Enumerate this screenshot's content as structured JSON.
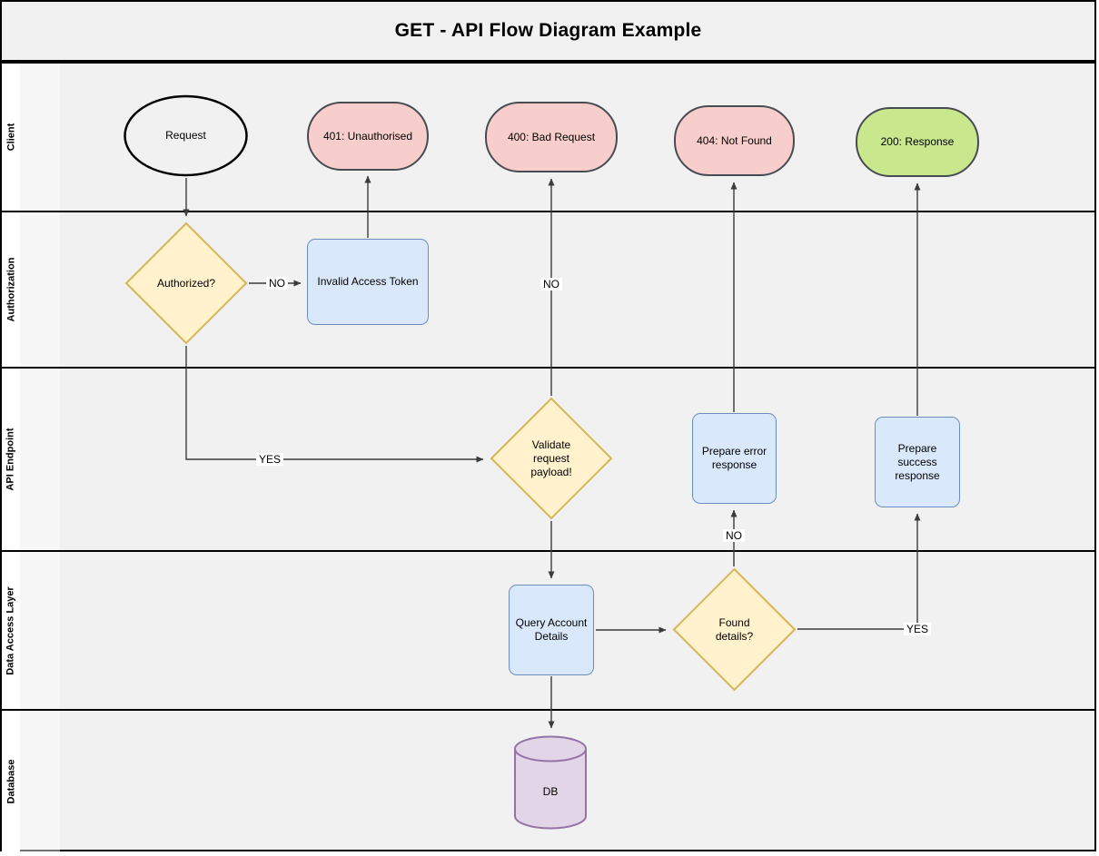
{
  "title": "GET - API Flow Diagram Example",
  "lanes": [
    {
      "label": "Client"
    },
    {
      "label": "Authorization"
    },
    {
      "label": "API Endpoint"
    },
    {
      "label": "Data Access Layer"
    },
    {
      "label": "Database"
    }
  ],
  "nodes": {
    "request": {
      "label": "Request",
      "type": "start",
      "lane": "Client"
    },
    "unauthorised_401": {
      "label": "401: Unauthorised",
      "type": "terminator-error",
      "lane": "Client"
    },
    "bad_request_400": {
      "label": "400: Bad Request",
      "type": "terminator-error",
      "lane": "Client"
    },
    "not_found_404": {
      "label": "404: Not Found",
      "type": "terminator-error",
      "lane": "Client"
    },
    "response_200": {
      "label": "200: Response",
      "type": "terminator-success",
      "lane": "Client"
    },
    "authorized": {
      "label": "Authorized?",
      "type": "decision",
      "lane": "Authorization"
    },
    "invalid_access_token": {
      "label": "Invalid Access Token",
      "type": "process",
      "lane": "Authorization"
    },
    "validate_request_payload": {
      "label": "Validate request payload!",
      "type": "decision",
      "lane": "API Endpoint"
    },
    "prepare_error_response": {
      "label": "Prepare error response",
      "type": "process",
      "lane": "API Endpoint"
    },
    "prepare_success_response": {
      "label": "Prepare success response",
      "type": "process",
      "lane": "API Endpoint"
    },
    "query_account_details": {
      "label": "Query Account Details",
      "type": "process",
      "lane": "Data Access Layer"
    },
    "found_details": {
      "label": "Found details?",
      "type": "decision",
      "lane": "Data Access Layer"
    },
    "db": {
      "label": "DB",
      "type": "datastore",
      "lane": "Database"
    }
  },
  "edges": {
    "request_to_authorized": {
      "from": "request",
      "to": "authorized",
      "label": ""
    },
    "authorized_no": {
      "from": "authorized",
      "to": "invalid_access_token",
      "label": "NO"
    },
    "invalid_token_to_401": {
      "from": "invalid_access_token",
      "to": "unauthorised_401",
      "label": ""
    },
    "authorized_yes": {
      "from": "authorized",
      "to": "validate_request_payload",
      "label": "YES"
    },
    "validate_no": {
      "from": "validate_request_payload",
      "to": "bad_request_400",
      "label": "NO"
    },
    "validate_to_query": {
      "from": "validate_request_payload",
      "to": "query_account_details",
      "label": ""
    },
    "query_to_found": {
      "from": "query_account_details",
      "to": "found_details",
      "label": ""
    },
    "query_to_db": {
      "from": "query_account_details",
      "to": "db",
      "label": ""
    },
    "found_no": {
      "from": "found_details",
      "to": "prepare_error_response",
      "label": "NO"
    },
    "error_to_404": {
      "from": "prepare_error_response",
      "to": "not_found_404",
      "label": ""
    },
    "found_yes": {
      "from": "found_details",
      "to": "prepare_success_response",
      "label": "YES"
    },
    "success_to_200": {
      "from": "prepare_success_response",
      "to": "response_200",
      "label": ""
    }
  },
  "colors": {
    "frame-border": "#000000",
    "lane-bg": "#F1F1F1",
    "lane-label-bg": "#FEFEFE",
    "terminator-error-fill": "#F8CECC",
    "terminator-success-fill": "#C9E78D",
    "terminator-stroke": "#484C52",
    "decision-fill": "#FFF2CC",
    "decision-stroke": "#D6B656",
    "process-fill": "#DAE8FC",
    "process-stroke": "#6C8EBF",
    "datastore-fill": "#E1D5E7",
    "datastore-stroke": "#9673A6",
    "start-stroke": "#000000",
    "connector": "#3B3B3B"
  }
}
